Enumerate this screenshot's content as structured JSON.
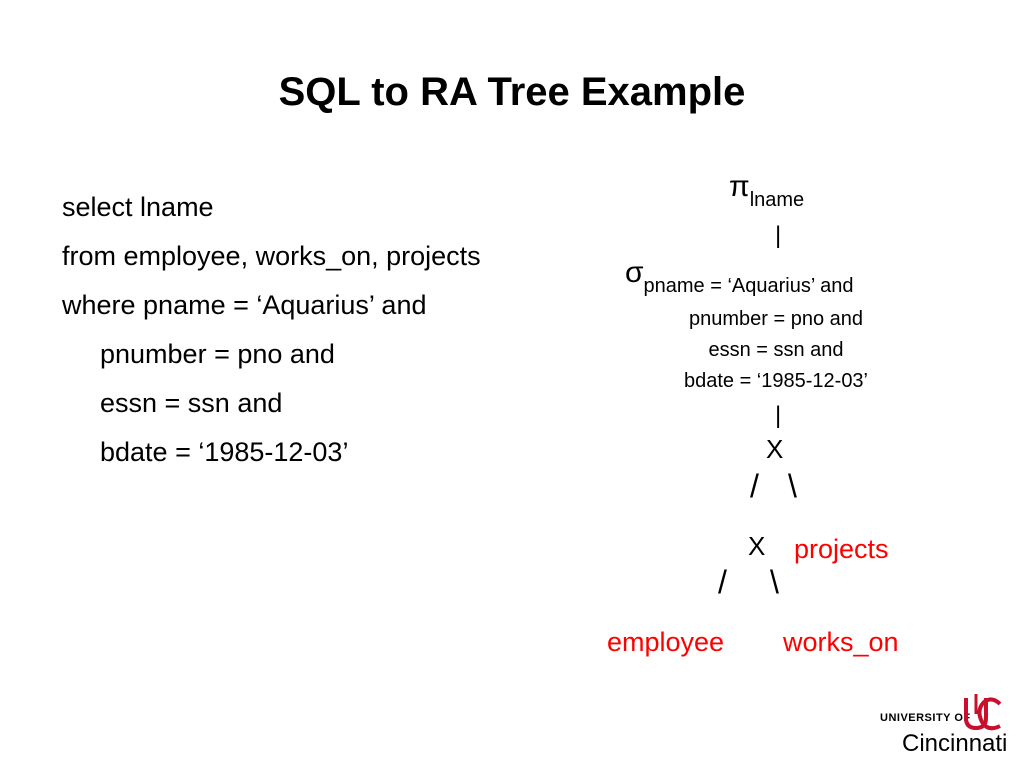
{
  "title": "SQL to RA Tree Example",
  "sql": {
    "lines": [
      "select lname",
      "from employee, works_on, projects",
      "where pname = ‘Aquarius’ and",
      "pnumber = pno and",
      "essn = ssn and",
      "bdate = ‘1985-12-03’"
    ]
  },
  "tree": {
    "pi_symbol": "π",
    "pi_subscript": "lname",
    "bar1": "|",
    "sigma_symbol": "σ",
    "sigma_line1": "pname = ‘Aquarius’ and",
    "sigma_line2": "pnumber = pno and",
    "sigma_line3": "essn = ssn and",
    "sigma_line4": "bdate = ‘1985-12-03’",
    "bar2": "|",
    "x1": "X",
    "x1_left_edge": "/",
    "x1_right_edge": "\\",
    "x2": "X",
    "x2_left_edge": "/",
    "x2_right_edge": "\\",
    "rel_projects": "projects",
    "rel_employee": "employee",
    "rel_works_on": "works_on"
  },
  "logo": {
    "university_of": "UNIVERSITY OF",
    "name": "Cincinnati"
  },
  "colors": {
    "relation_text": "#ff0000",
    "logo_red": "#c8102e"
  }
}
